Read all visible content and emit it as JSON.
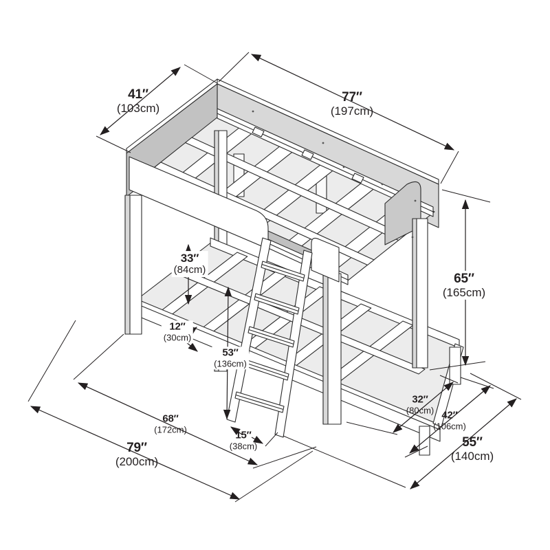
{
  "diagram": {
    "subject": "bunk-bed-isometric-dimension-drawing",
    "line_color": "#231f20",
    "back_panel_gray": "#d8d8d8",
    "side_panel_gray": "#c2c2c2",
    "end_panel_gray": "#c9c9c9",
    "deck_gray": "#ececec",
    "background": "#ffffff"
  },
  "dimensions": {
    "top_width": {
      "inches": "41″",
      "cm": "(103cm)"
    },
    "top_length": {
      "inches": "77″",
      "cm": "(197cm)"
    },
    "bunk_clearance": {
      "inches": "33″",
      "cm": "(84cm)"
    },
    "rail_height": {
      "inches": "12″",
      "cm": "(30cm)"
    },
    "upper_bunk_height": {
      "inches": "53″",
      "cm": "(136cm)"
    },
    "overall_height": {
      "inches": "65″",
      "cm": "(165cm)"
    },
    "lower_bed_length": {
      "inches": "68″",
      "cm": "(172cm)"
    },
    "overall_length": {
      "inches": "79″",
      "cm": "(200cm)"
    },
    "ladder_offset": {
      "inches": "15″",
      "cm": "(38cm)"
    },
    "end_offset": {
      "inches": "32″",
      "cm": "(80cm)"
    },
    "lower_bed_width": {
      "inches": "42″",
      "cm": "(106cm)"
    },
    "overall_width": {
      "inches": "55″",
      "cm": "(140cm)"
    }
  }
}
